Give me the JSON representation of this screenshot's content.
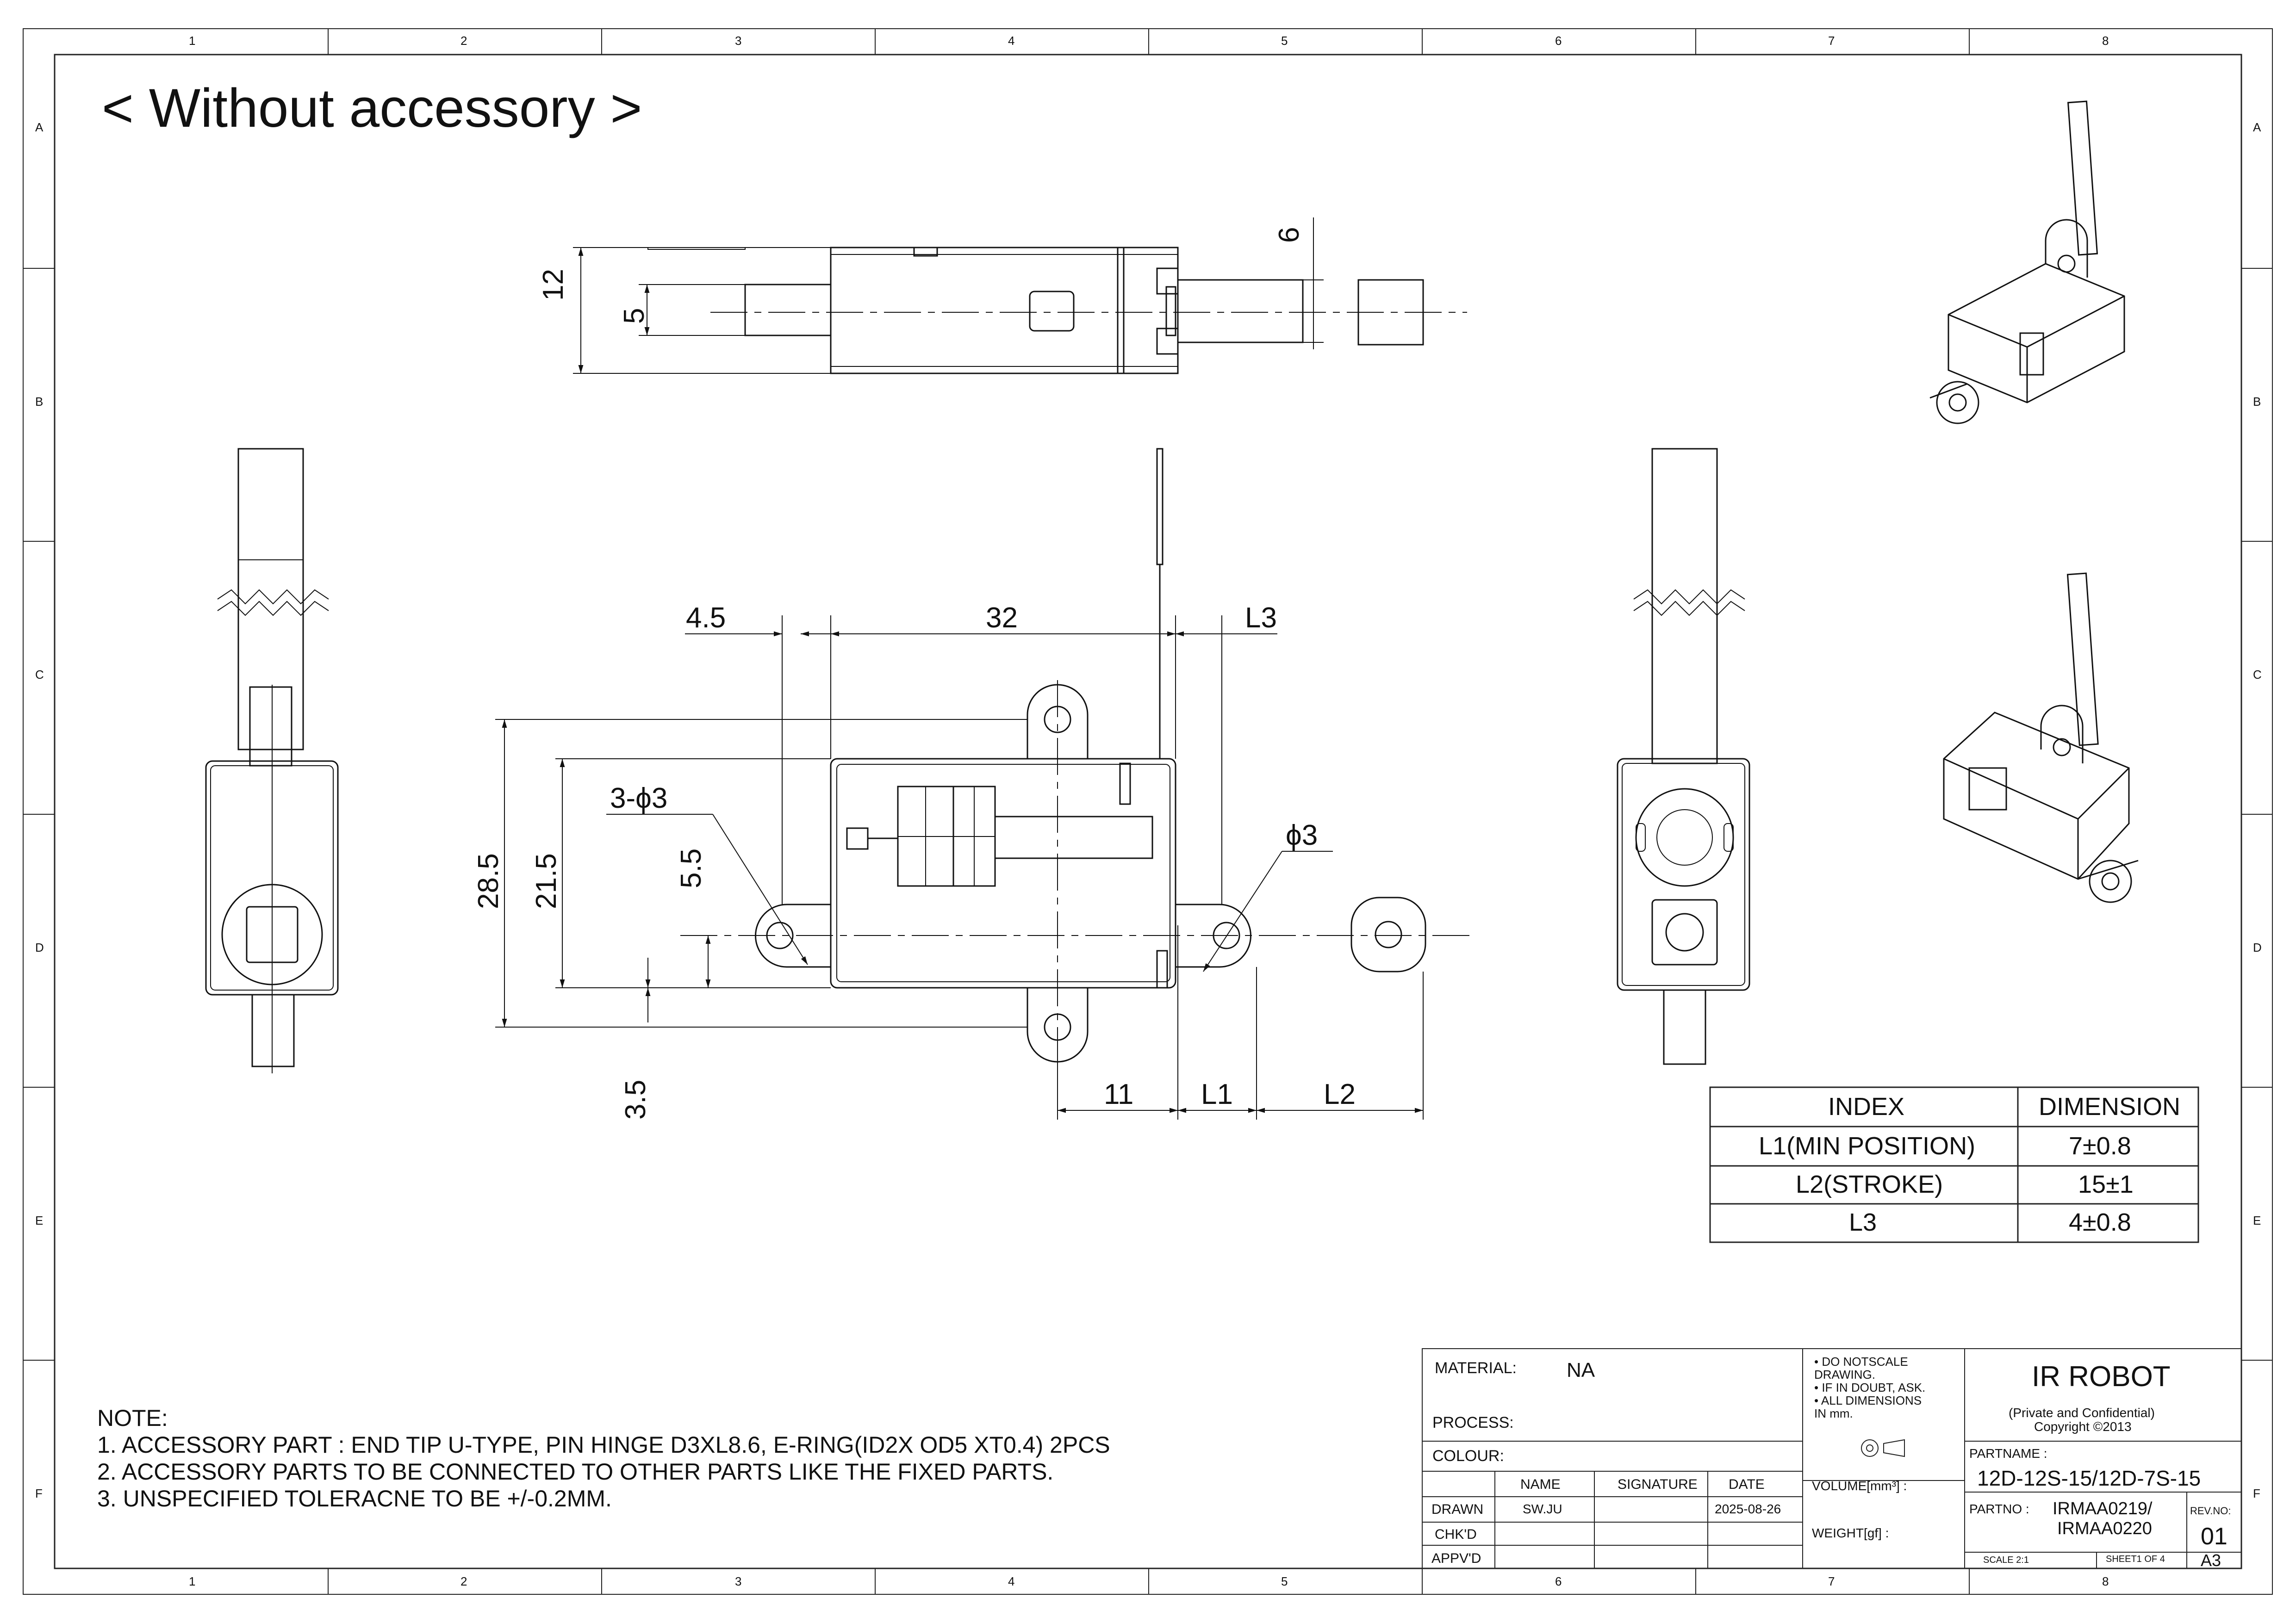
{
  "title": "< Without accessory >",
  "border": {
    "columns": [
      "1",
      "2",
      "3",
      "4",
      "5",
      "6",
      "7",
      "8"
    ],
    "rows": [
      "A",
      "B",
      "C",
      "D",
      "E",
      "F"
    ]
  },
  "dimensions": {
    "top_view": {
      "d12": "12",
      "d5": "5",
      "d6": "6"
    },
    "front_view": {
      "d4_5": "4.5",
      "d32": "32",
      "l3": "L3",
      "hole3": "3-ϕ3",
      "hole1": "ϕ3",
      "d28_5": "28.5",
      "d21_5": "21.5",
      "d5_5": "5.5",
      "d3_5": "3.5",
      "d11": "11",
      "l1": "L1",
      "l2": "L2"
    }
  },
  "dimension_table": {
    "headers": [
      "INDEX",
      "DIMENSION"
    ],
    "rows": [
      [
        "L1(MIN POSITION)",
        "7±0.8"
      ],
      [
        "L2(STROKE)",
        "15±1"
      ],
      [
        "L3",
        "4±0.8"
      ]
    ]
  },
  "notes": {
    "heading": "NOTE:",
    "items": [
      "1. ACCESSORY PART : END TIP U-TYPE, PIN HINGE D3XL8.6, E-RING(ID2X OD5 XT0.4) 2PCS",
      "2. ACCESSORY PARTS TO BE CONNECTED TO OTHER PARTS LIKE THE FIXED PARTS.",
      "3. UNSPECIFIED TOLERACNE TO BE +/-0.2MM."
    ]
  },
  "title_block": {
    "material_label": "MATERIAL:",
    "material_value": "NA",
    "process_label": "PROCESS:",
    "colour_label": "COLOUR:",
    "col_name": "NAME",
    "col_signature": "SIGNATURE",
    "col_date": "DATE",
    "drawn_label": "DRAWN",
    "drawn_name": "SW.JU",
    "drawn_date": "2025-08-26",
    "chkd_label": "CHK'D",
    "appvd_label": "APPV'D",
    "bullets": [
      "• DO NOTSCALE",
      "  DRAWING.",
      "• IF IN DOUBT, ASK.",
      "• ALL DIMENSIONS",
      "  IN mm."
    ],
    "volume_label": "VOLUME[mm³] :",
    "weight_label": "WEIGHT[gf] :",
    "company": "IR ROBOT",
    "confidential": "(Private and Confidential)",
    "copyright": "Copyright ©2013",
    "partname_label": "PARTNAME :",
    "partname_value": "12D-12S-15/12D-7S-15",
    "partno_label": "PARTNO :",
    "partno_value_1": "IRMAA0219/",
    "partno_value_2": "IRMAA0220",
    "revno_label": "REV.NO:",
    "revno_value": "01",
    "scale": "SCALE 2:1",
    "sheet": "SHEET1 OF 4",
    "size": "A3"
  }
}
